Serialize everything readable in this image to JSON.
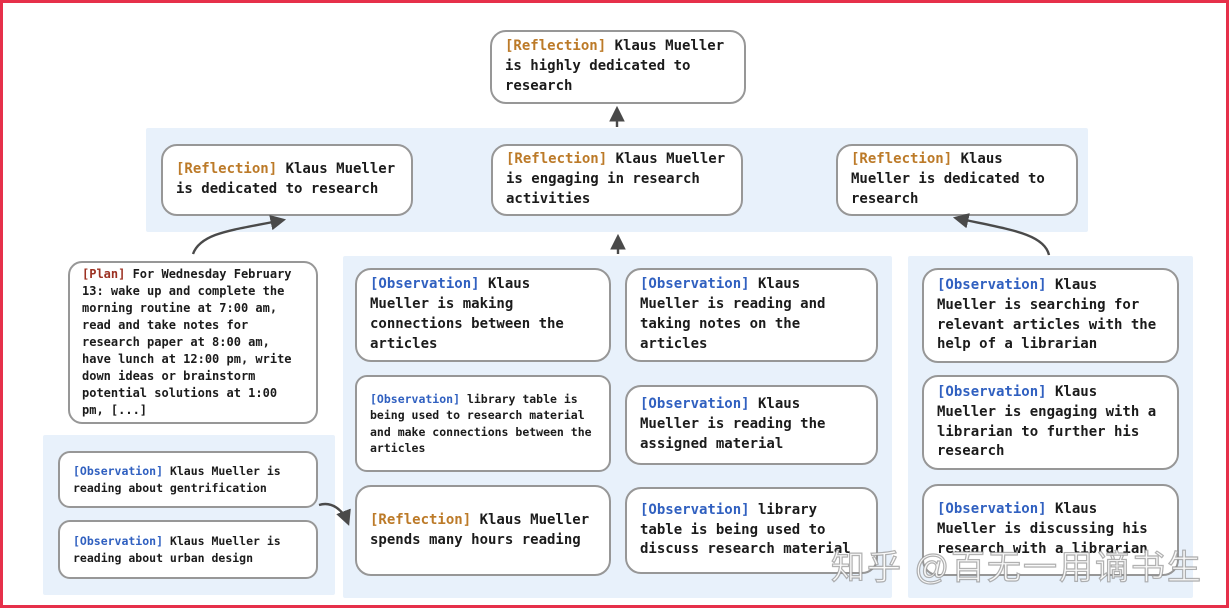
{
  "watermark": "知乎 @百无一用谪书生",
  "colors": {
    "frame_border": "#e6304a",
    "panel_bg": "#e8f1fb",
    "box_border": "#979797",
    "reflection_tag": "#bc7a28",
    "observation_tag": "#3060c0",
    "plan_tag": "#9c3122",
    "arrow": "#4a4a4a",
    "body_text": "#1b1b1b"
  },
  "nodes": {
    "top_reflection": {
      "tag": "[Reflection]",
      "text": "Klaus Mueller is highly dedicated to research"
    },
    "band_reflections": [
      {
        "tag": "[Reflection]",
        "text": "Klaus Mueller is dedicated to research"
      },
      {
        "tag": "[Reflection]",
        "text": "Klaus Mueller is engaging in research activities"
      },
      {
        "tag": "[Reflection]",
        "text": "Klaus Mueller is dedicated to research"
      }
    ],
    "plan": {
      "tag": "[Plan]",
      "text": "For Wednesday February 13: wake up and complete the morning routine at 7:00 am, read and take notes for research paper at 8:00 am, have lunch at 12:00 pm, write down ideas or brainstorm potential solutions at 1:00 pm, [...]"
    },
    "left_observations": [
      {
        "tag": "[Observation]",
        "text": "Klaus Mueller is reading about gentrification"
      },
      {
        "tag": "[Observation]",
        "text": "Klaus Mueller is reading about urban design"
      }
    ],
    "mid_col_a": [
      {
        "tag": "[Observation]",
        "text": "Klaus Mueller is making connections between the articles"
      },
      {
        "tag": "[Observation]",
        "text": "library table is being used to research material and make connections between the articles"
      },
      {
        "tag": "[Reflection]",
        "text": "Klaus Mueller spends many hours reading"
      }
    ],
    "mid_col_b": [
      {
        "tag": "[Observation]",
        "text": "Klaus Mueller is reading and taking notes on the articles"
      },
      {
        "tag": "[Observation]",
        "text": "Klaus Mueller is reading the assigned material"
      },
      {
        "tag": "[Observation]",
        "text": "library table is being used to discuss research material"
      }
    ],
    "right_observations": [
      {
        "tag": "[Observation]",
        "text": "Klaus Mueller is searching for relevant articles with the help of a librarian"
      },
      {
        "tag": "[Observation]",
        "text": "Klaus Mueller is engaging with a librarian to further his research"
      },
      {
        "tag": "[Observation]",
        "text": "Klaus Mueller is discussing his research with a librarian"
      }
    ]
  }
}
